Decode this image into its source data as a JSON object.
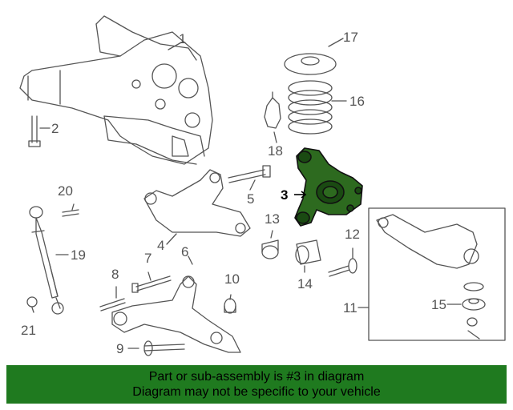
{
  "diagram": {
    "callouts": [
      "1",
      "2",
      "3",
      "4",
      "5",
      "6",
      "7",
      "8",
      "9",
      "10",
      "11",
      "12",
      "13",
      "14",
      "15",
      "16",
      "17",
      "18",
      "19",
      "20",
      "21"
    ],
    "highlighted_part": "3",
    "highlight_color": "#2d6a1f",
    "line_color": "#555555"
  },
  "banner": {
    "line1": "Part or sub-assembly is #3 in diagram",
    "line2": "Diagram may not be specific to your vehicle",
    "background": "#1f7a1f"
  }
}
